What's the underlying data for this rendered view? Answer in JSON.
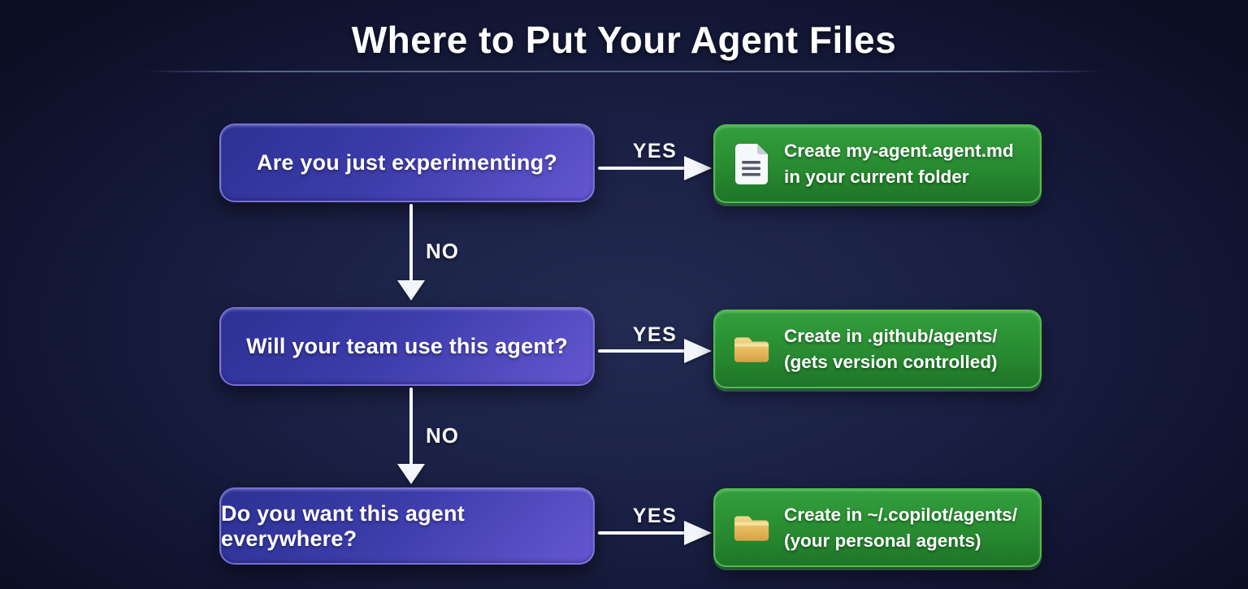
{
  "title": "Where to Put Your Agent Files",
  "flow": {
    "rows": [
      {
        "question": "Are you just experimenting?",
        "yes_label": "YES",
        "no_label": "NO",
        "icon": "document-icon",
        "result_line1": "Create my-agent.agent.md",
        "result_line2": "in your current folder"
      },
      {
        "question": "Will your team use this agent?",
        "yes_label": "YES",
        "no_label": "NO",
        "icon": "folder-icon",
        "result_line1": "Create in .github/agents/",
        "result_line2": "(gets version controlled)"
      },
      {
        "question": "Do you want this agent everywhere?",
        "yes_label": "YES",
        "icon": "folder-icon",
        "result_line1": "Create in ~/.copilot/agents/",
        "result_line2": "(your personal agents)"
      }
    ]
  },
  "colors": {
    "background_center": "#232b52",
    "background_edge": "#0c0e24",
    "question_fill_start": "#2c3294",
    "question_fill_end": "#6457d0",
    "question_border": "#8e84e8",
    "result_fill_start": "#339f3d",
    "result_fill_end": "#1e7527",
    "result_border": "#4fbe4b",
    "arrow": "#f4f6fc",
    "divider": "#5a6492",
    "folder_icon": "#eac562",
    "document_icon": "#f7f8fb"
  }
}
